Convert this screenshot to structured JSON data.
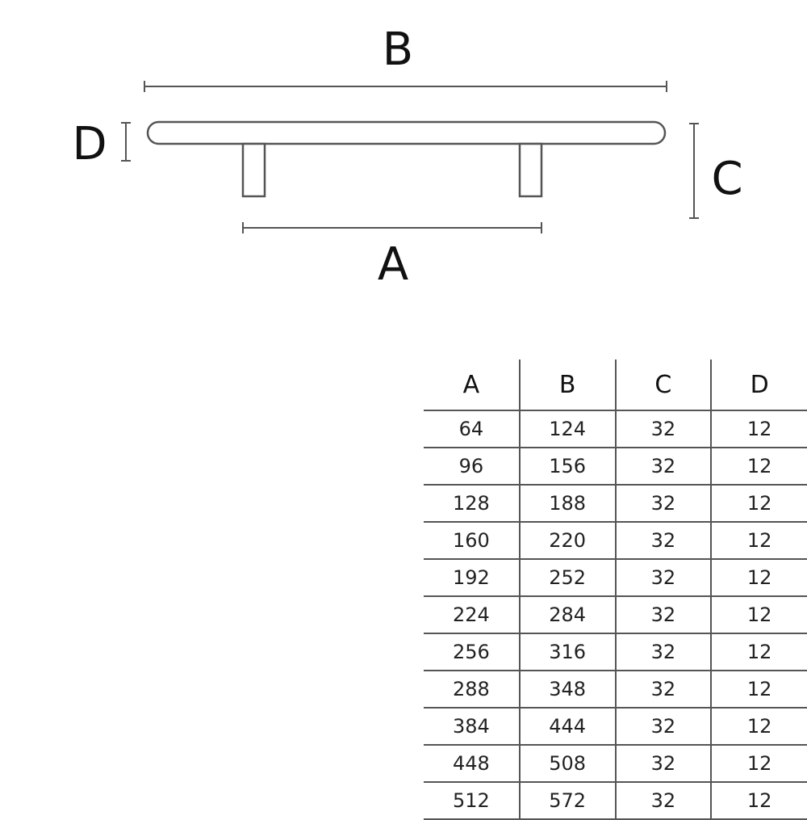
{
  "diagram": {
    "labels": {
      "A": "A",
      "B": "B",
      "C": "C",
      "D": "D"
    },
    "stroke_color": "#555555"
  },
  "table": {
    "headers": [
      "A",
      "B",
      "C",
      "D"
    ],
    "rows": [
      [
        "64",
        "124",
        "32",
        "12"
      ],
      [
        "96",
        "156",
        "32",
        "12"
      ],
      [
        "128",
        "188",
        "32",
        "12"
      ],
      [
        "160",
        "220",
        "32",
        "12"
      ],
      [
        "192",
        "252",
        "32",
        "12"
      ],
      [
        "224",
        "284",
        "32",
        "12"
      ],
      [
        "256",
        "316",
        "32",
        "12"
      ],
      [
        "288",
        "348",
        "32",
        "12"
      ],
      [
        "384",
        "444",
        "32",
        "12"
      ],
      [
        "448",
        "508",
        "32",
        "12"
      ],
      [
        "512",
        "572",
        "32",
        "12"
      ]
    ]
  }
}
